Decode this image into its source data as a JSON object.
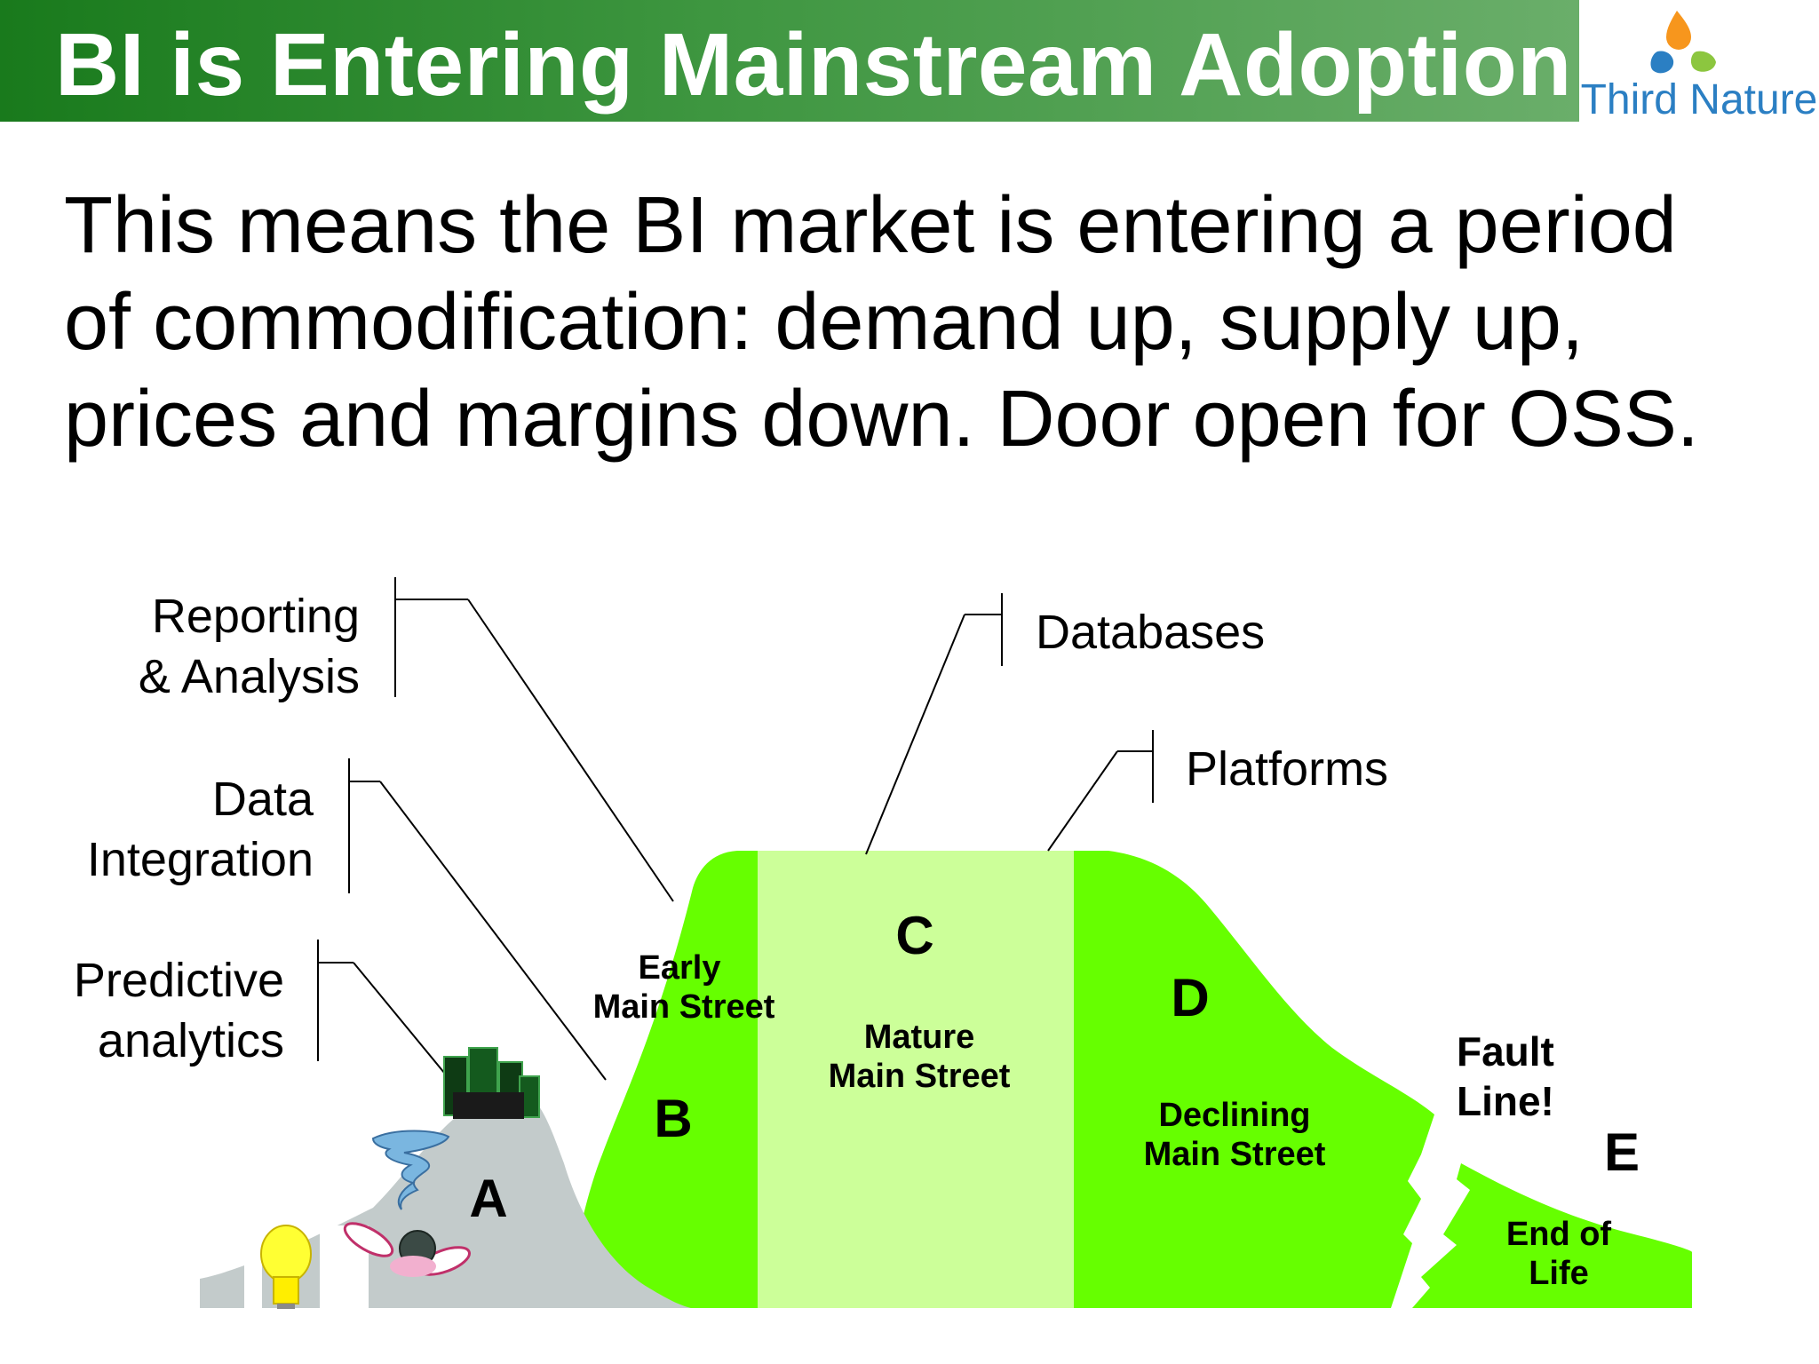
{
  "header": {
    "title": "BI is Entering Mainstream Adoption",
    "logo_text": "Third Nature"
  },
  "body": {
    "lines": [
      "This means the BI market is entering a period",
      "of commodification: demand up, supply up,",
      "prices and margins down. Door open for OSS."
    ]
  },
  "diagram": {
    "callouts": {
      "reporting": [
        "Reporting",
        "& Analysis"
      ],
      "data_integration": [
        "Data",
        "Integration"
      ],
      "predictive": [
        "Predictive",
        "analytics"
      ],
      "databases": "Databases",
      "platforms": "Platforms"
    },
    "zones": {
      "a": {
        "letter": "A"
      },
      "b": {
        "letter": "B",
        "name": [
          "Early",
          "Main Street"
        ]
      },
      "c": {
        "letter": "C",
        "name": [
          "Mature",
          "Main Street"
        ]
      },
      "d": {
        "letter": "D",
        "name": [
          "Declining",
          "Main Street"
        ]
      },
      "e": {
        "letter": "E",
        "name": [
          "End of",
          "Life"
        ]
      },
      "fault": [
        "Fault",
        "Line!"
      ]
    },
    "colors": {
      "bright_green": "#66ff00",
      "pale_green": "#ccff99",
      "hill_gray": "#c3cbcb",
      "title_green": "#197a1c"
    },
    "icons": [
      "building-cluster-icon",
      "tornado-icon",
      "lightbulb-icon",
      "bowling-icon"
    ]
  }
}
